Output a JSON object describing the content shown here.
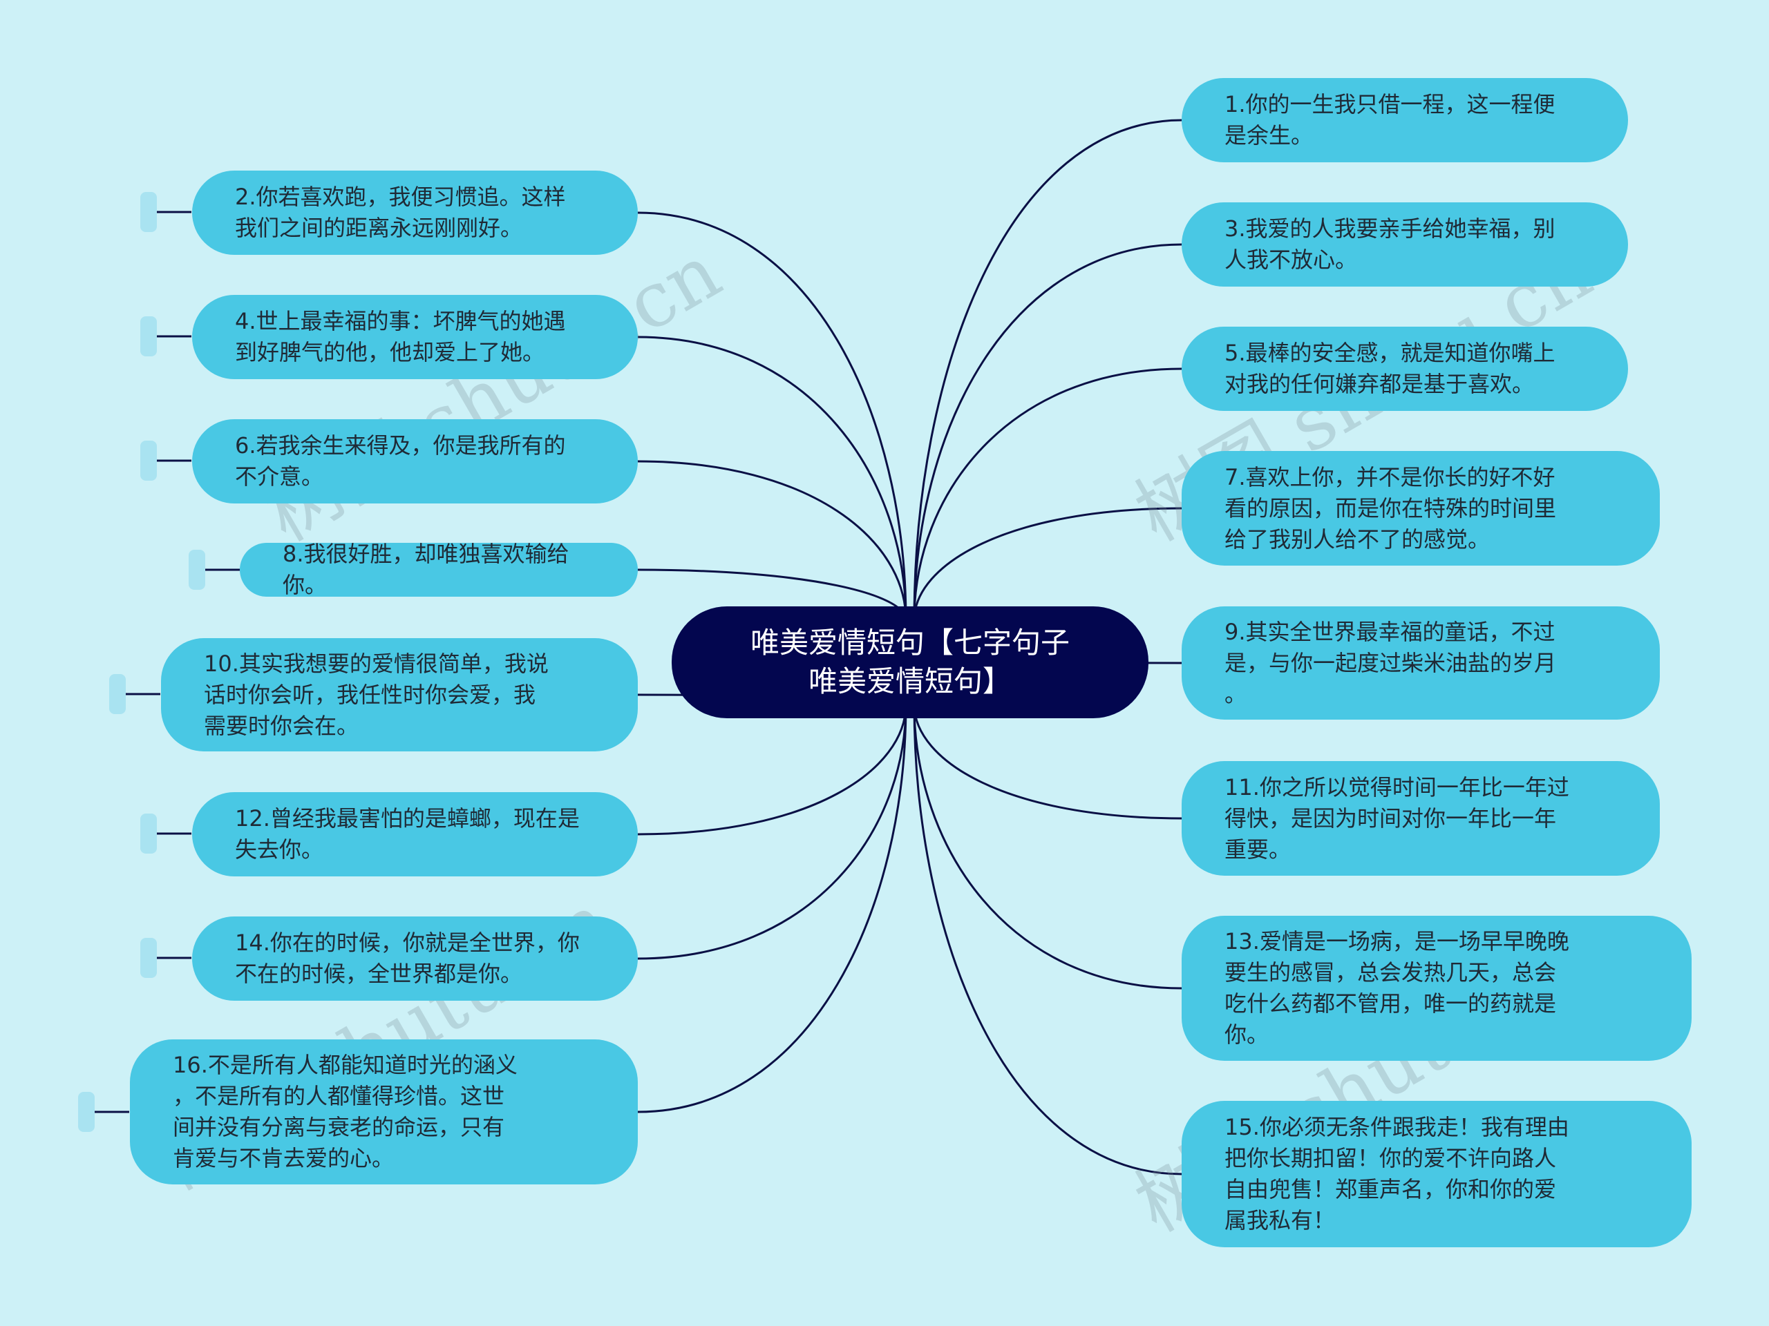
{
  "root": {
    "title": "唯美爱情短句【七字句子\n唯美爱情短句】"
  },
  "left_nodes": [
    {
      "text": "2.你若喜欢跑，我便习惯追。这样\n我们之间的距离永远刚刚好。"
    },
    {
      "text": "4.世上最幸福的事：坏脾气的她遇\n到好脾气的他，他却爱上了她。"
    },
    {
      "text": "6.若我余生来得及，你是我所有的\n不介意。"
    },
    {
      "text": "8.我很好胜，却唯独喜欢输给你。"
    },
    {
      "text": "10.其实我想要的爱情很简单，我说\n话时你会听，我任性时你会爱，我\n需要时你会在。"
    },
    {
      "text": "12.曾经我最害怕的是蟑螂，现在是\n失去你。"
    },
    {
      "text": "14.你在的时候，你就是全世界，你\n不在的时候，全世界都是你。"
    },
    {
      "text": "16.不是所有人都能知道时光的涵义\n，不是所有的人都懂得珍惜。这世\n间并没有分离与衰老的命运，只有\n肯爱与不肯去爱的心。"
    }
  ],
  "right_nodes": [
    {
      "text": "1.你的一生我只借一程，这一程便\n是余生。"
    },
    {
      "text": "3.我爱的人我要亲手给她幸福，别\n人我不放心。"
    },
    {
      "text": "5.最棒的安全感，就是知道你嘴上\n对我的任何嫌弃都是基于喜欢。"
    },
    {
      "text": "7.喜欢上你，并不是你长的好不好\n看的原因，而是你在特殊的时间里\n给了我别人给不了的感觉。"
    },
    {
      "text": "9.其实全世界最幸福的童话，不过\n是，与你一起度过柴米油盐的岁月\n。"
    },
    {
      "text": "11.你之所以觉得时间一年比一年过\n得快，是因为时间对你一年比一年\n重要。"
    },
    {
      "text": "13.爱情是一场病，是一场早早晚晚\n要生的感冒，总会发热几天，总会\n吃什么药都不管用，唯一的药就是\n你。"
    },
    {
      "text": "15.你必须无条件跟我走！我有理由\n把你长期扣留！你的爱不许向路人\n自由兜售！郑重声名，你和你的爱\n属我私有！"
    }
  ],
  "watermark": "树图 shutu.cn",
  "colors": {
    "background": "#cdf1f7",
    "root_fill": "#03064f",
    "node_fill": "#49c8e4",
    "link": "#0a1045",
    "handle": "#a9e3f1"
  }
}
